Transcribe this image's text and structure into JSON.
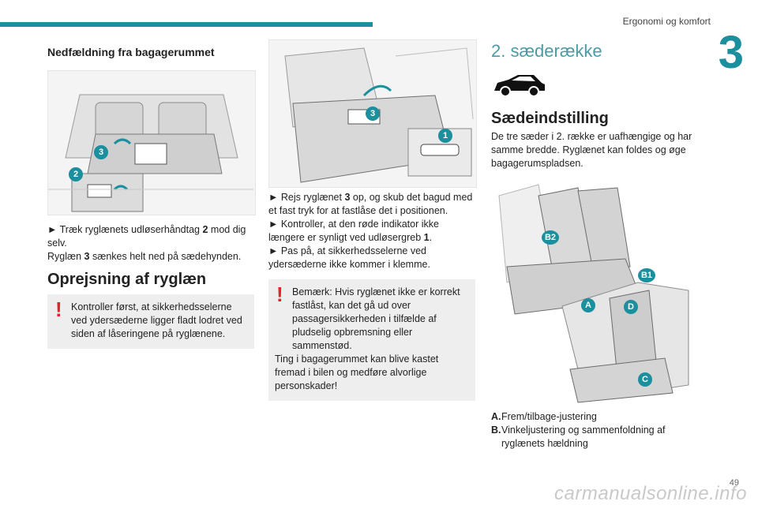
{
  "header": {
    "title": "Ergonomi og komfort",
    "chapter": "3"
  },
  "col1": {
    "heading": "Nedfældning fra bagagerummet",
    "illustration": {
      "callouts": [
        "3",
        "2"
      ]
    },
    "step1": {
      "prefix": "► Træk ryglænets udløserhåndtag ",
      "bold": "2",
      "suffix": " mod dig selv."
    },
    "step2": {
      "prefix": "Ryglæn ",
      "bold": "3",
      "suffix": " sænkes helt ned på sædehynden."
    },
    "section_heading": "Oprejsning af ryglæn",
    "warning": "Kontroller først, at sikkerhedsselerne ved ydersæderne ligger fladt lodret ved siden af låseringene på ryglænene."
  },
  "col2": {
    "illustration": {
      "callouts": [
        "3",
        "1"
      ]
    },
    "step1": {
      "prefix": "► Rejs ryglænet ",
      "bold": "3",
      "suffix": " op, og skub det bagud med et fast tryk for at fastlåse det i positionen."
    },
    "step2": {
      "prefix": "► Kontroller, at den røde indikator ikke længere er synligt ved udløsergreb ",
      "bold": "1",
      "suffix": "."
    },
    "step3": "► Pas på, at sikkerhedsselerne ved ydersæderne ikke kommer i klemme.",
    "warning_first": "Bemærk: Hvis ryglænet ikke er korrekt fastlåst, kan det gå ud over passagersikkerheden i tilfælde af pludselig opbremsning eller sammenstød.",
    "warning_second": "Ting i bagagerummet kan blive kastet fremad i bilen og medføre alvorlige personskader!"
  },
  "col3": {
    "title": "2. sæderække",
    "car_icon": "car-side-icon",
    "heading": "Sædeindstilling",
    "intro": "De tre sæder i 2. række er uafhængige og har samme bredde. Ryglænet kan foldes og øge bagagerumspladsen.",
    "illustration": {
      "callouts": [
        "B2",
        "B1",
        "A",
        "D",
        "C"
      ]
    },
    "legend": [
      {
        "key": "A.",
        "text": "Frem/tilbage-justering"
      },
      {
        "key": "B.",
        "text": "Vinkeljustering og sammenfoldning af ryglænets hældning"
      }
    ]
  },
  "footer": {
    "page": "49",
    "watermark": "carmanualsonline.info"
  },
  "colors": {
    "accent": "#1b8f9e",
    "warning": "#e5202f",
    "box": "#eeeeee"
  }
}
